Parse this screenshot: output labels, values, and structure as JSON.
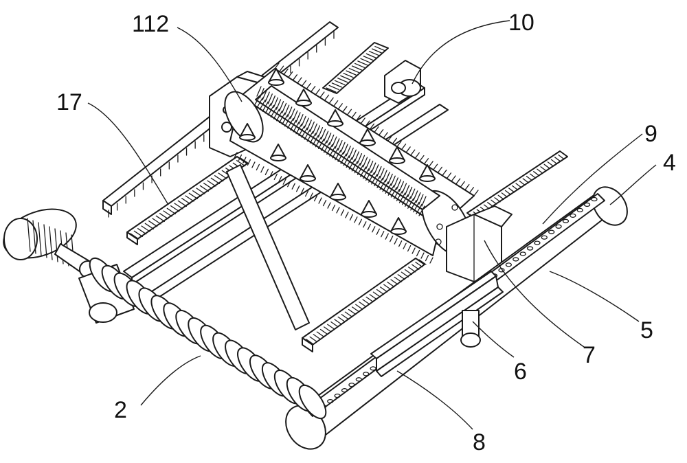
{
  "labels": {
    "l112": "112",
    "l10": "10",
    "l17": "17",
    "l9": "9",
    "l4": "4",
    "l5": "5",
    "l7": "7",
    "l6": "6",
    "l2": "2",
    "l8": "8"
  },
  "colors": {
    "line": "#1a1a1a",
    "background": "#ffffff"
  }
}
